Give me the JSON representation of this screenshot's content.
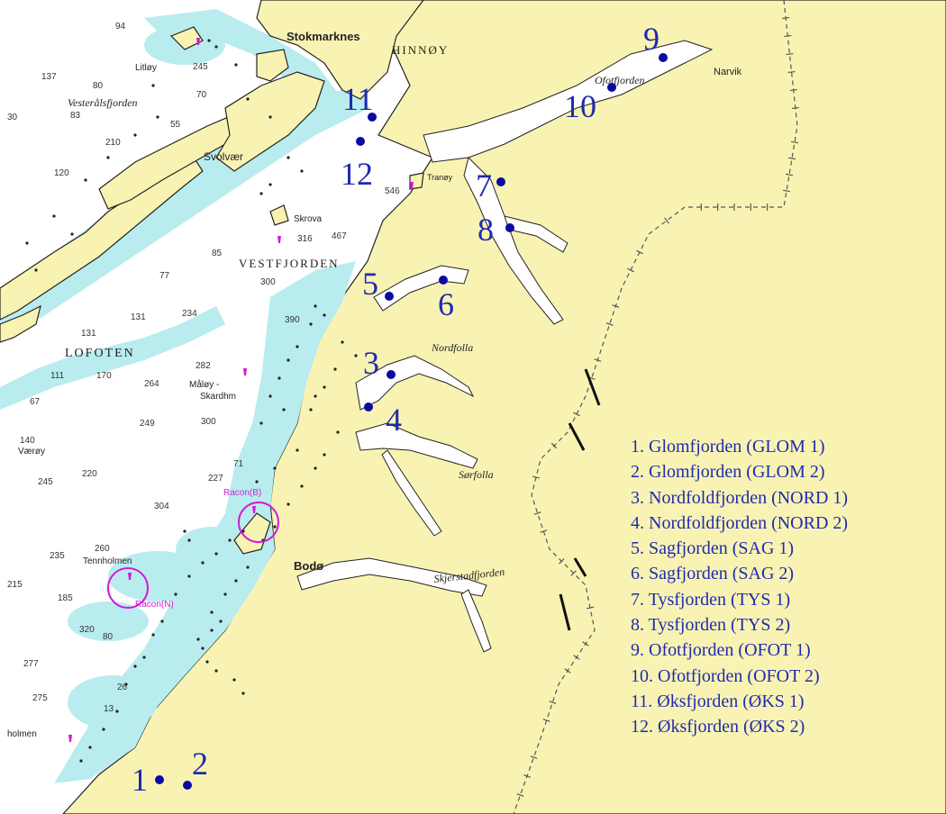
{
  "map": {
    "colors": {
      "land": "#f9f3b3",
      "sea": "#ffffff",
      "shallow": "#b9ecef",
      "coast": "#222222",
      "site_marker": "#0a0aa0",
      "site_label": "#1e2bb0",
      "racon": "#d41ad8",
      "border": "#555555"
    },
    "place_names": {
      "stokmarknes": "Stokmarknes",
      "hinnoy": "HINNØY",
      "litloy": "Litløy",
      "vesteralsfjorden": "Vesterålsfjorden",
      "svolvaer": "Svolvær",
      "skrova": "Skrova",
      "vestfjorden": "VESTFJORDEN",
      "lofoten": "LOFOTEN",
      "tranoy": "Tranøy",
      "ofotfjorden": "Ofotfjorden",
      "narvik": "Narvik",
      "nordfolla": "Nordfolla",
      "sorfolla": "Sørfolla",
      "bodo": "Bodø",
      "skjerstadfjorden": "Skjerstadfjorden",
      "tennholmen": "Tennholmen",
      "moloy": "Måløy -",
      "skardhm": "Skardhm",
      "vaeroy": "Værøy",
      "holmen": "holmen",
      "racon_b": "Racon(B)",
      "racon_n": "Racon(N)"
    },
    "depths": {
      "d94": "94",
      "d137": "137",
      "d80": "80",
      "d83": "83",
      "d30": "30",
      "d70": "70",
      "d55": "55",
      "d210": "210",
      "d120": "120",
      "d245a": "245",
      "d546": "546",
      "d316": "316",
      "d467": "467",
      "d85": "85",
      "d77": "77",
      "d300a": "300",
      "d390": "390",
      "d131a": "131",
      "d131b": "131",
      "d234": "234",
      "d111": "111",
      "d170": "170",
      "d282": "282",
      "d264": "264",
      "d67": "67",
      "d249": "249",
      "d300b": "300",
      "d140": "140",
      "d245b": "245",
      "d220": "220",
      "d227": "227",
      "d304": "304",
      "d71": "71",
      "d235": "235",
      "d260": "260",
      "d215": "215",
      "d185": "185",
      "d320": "320",
      "d277": "277",
      "d80b": "80",
      "d275": "275",
      "d26": "26",
      "d13": "13"
    },
    "sites": [
      {
        "num": "1"
      },
      {
        "num": "2"
      },
      {
        "num": "3"
      },
      {
        "num": "4"
      },
      {
        "num": "5"
      },
      {
        "num": "6"
      },
      {
        "num": "7"
      },
      {
        "num": "8"
      },
      {
        "num": "9"
      },
      {
        "num": "10"
      },
      {
        "num": "11"
      },
      {
        "num": "12"
      }
    ]
  },
  "legend": {
    "items": [
      "1. Glomfjorden (GLOM 1)",
      "2. Glomfjorden  (GLOM 2)",
      "3. Nordfoldfjorden (NORD 1)",
      "4. Nordfoldfjorden (NORD 2)",
      "5. Sagfjorden (SAG 1)",
      "6. Sagfjorden  (SAG 2)",
      "7. Tysfjorden  (TYS 1)",
      "8. Tysfjorden  (TYS 2)",
      "9. Ofotfjorden  (OFOT 1)",
      "10. Ofotfjorden (OFOT 2)",
      "11. Øksfjorden (ØKS 1)",
      "12. Øksfjorden (ØKS 2)"
    ]
  }
}
